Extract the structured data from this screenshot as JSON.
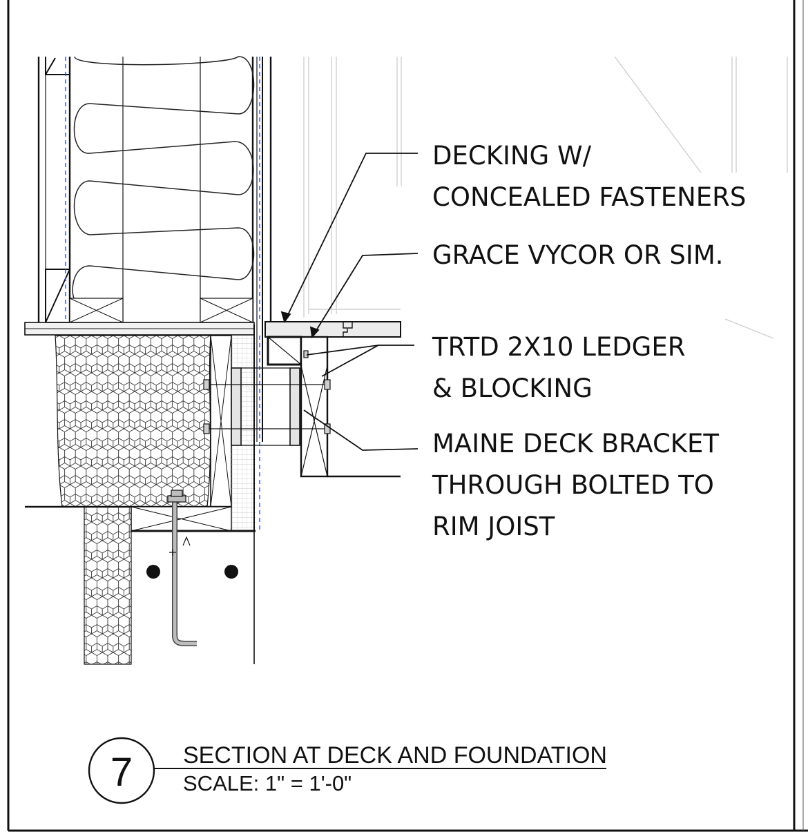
{
  "detail": {
    "number": "7",
    "title": "SECTION AT DECK AND FOUNDATION",
    "scale": "SCALE: 1\" = 1'-0\""
  },
  "callouts": [
    {
      "id": "decking",
      "lines": [
        "DECKING W/",
        "CONCEALED FASTENERS"
      ]
    },
    {
      "id": "membrane",
      "lines": [
        "GRACE VYCOR OR SIM."
      ]
    },
    {
      "id": "ledger",
      "lines": [
        "TRTD 2X10 LEDGER",
        "& BLOCKING"
      ]
    },
    {
      "id": "bracket",
      "lines": [
        "MAINE DECK BRACKET",
        "THROUGH BOLTED TO",
        "RIM JOIST"
      ]
    }
  ],
  "colors": {
    "ink": "#111111",
    "faint": "#c8c8c8",
    "vapor_barrier": "#2f4fd0",
    "steel": "#bdbdbd"
  }
}
